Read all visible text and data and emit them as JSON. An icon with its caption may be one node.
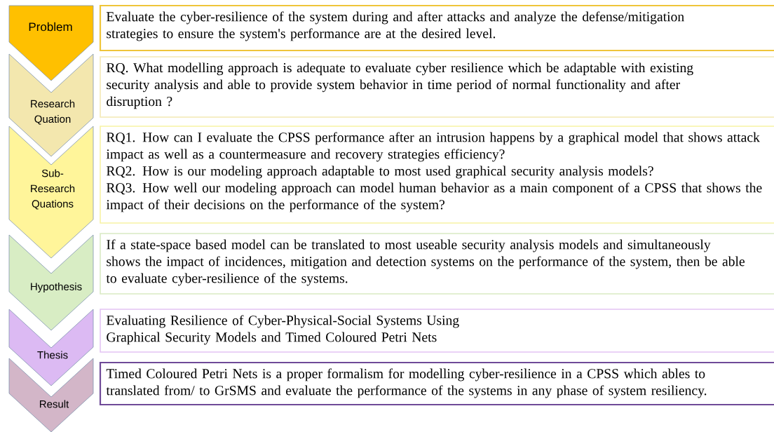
{
  "diagram": {
    "nodes": [
      {
        "text": [
          "Problem"
        ]
      },
      {
        "text": [
          "Evaluate the cyber-resilience of the system during and after attacks and analyze the defense/mitigation strategies to ensure the system's performance are at the desired level."
        ]
      },
      {
        "text": [
          "Research Quation"
        ]
      },
      {
        "text": [
          "RQ. What modelling approach is adequate to evaluate cyber resilience which be adaptable with existing security analysis and able to provide system behavior in time period of normal functionality and after disruption ?"
        ]
      },
      {
        "text": [
          "Sub-Research Quations"
        ]
      },
      {
        "text": [
          "RQ1. How can I evaluate the CPSS performance after an intrusion happens by a graphical model that shows attack impact as well as a countermeasure and recovery strategies efficiency?",
          "RQ2. How is our modeling approach adaptable to most used graphical security analysis models?",
          "RQ3. How well our modeling approach can model human behavior as a main component of a CPSS that shows the impact of their decisions on the performance of the system?"
        ]
      },
      {
        "text": [
          "Hypothesis"
        ]
      },
      {
        "text": [
          "If a state-space based model can be translated to most useable security analysis models and simultaneously shows the impact of incidences, mitigation and detection systems on the performance of the system, then be able to evaluate cyber-resilience of the systems."
        ]
      },
      {
        "text": [
          "Thesis"
        ]
      },
      {
        "text": [
          "Evaluating Resilience of Cyber-Physical-Social Systems Using Graphical Security Models and Timed Coloured Petri Nets"
        ]
      },
      {
        "text": [
          "Result"
        ]
      },
      {
        "text": [
          "Timed Coloured Petri Nets is a proper formalism for modelling cyber-resilience in a CPSS which ables to translated from/ to GrSMS and evaluate the performance of the systems in any phase of system resiliency."
        ]
      }
    ]
  }
}
